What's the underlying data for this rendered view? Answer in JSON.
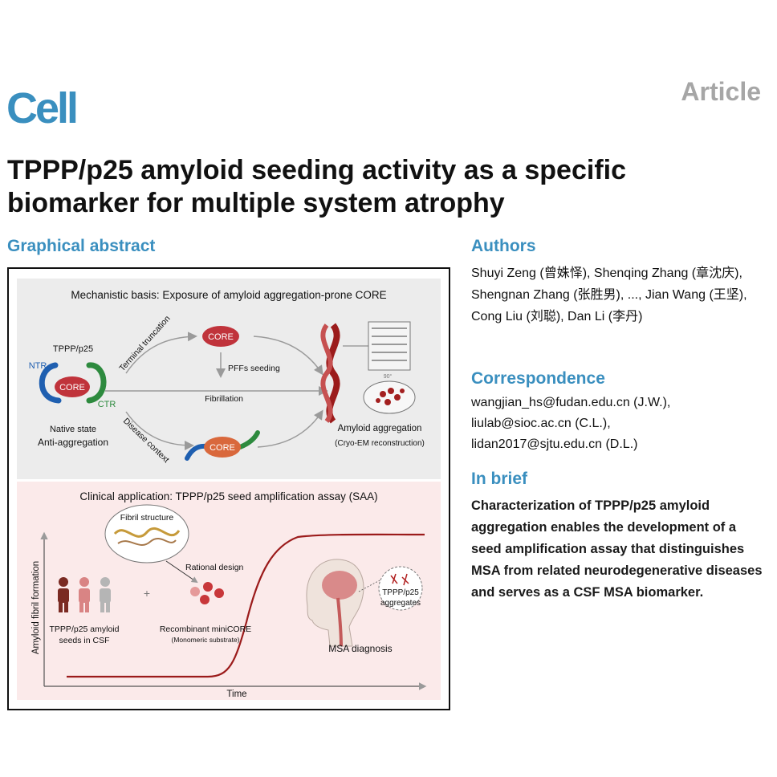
{
  "colors": {
    "accent": "#3a8fbf",
    "article_gray": "#a6a6a6",
    "core_red": "#c0333b",
    "core_orange": "#d9683c",
    "ntr_blue": "#1f5fb0",
    "ctr_green": "#2d8a3e",
    "curve_red": "#9b1b1b"
  },
  "header": {
    "journal": "Cell",
    "article_type": "Article",
    "title": "TPPP/p25 amyloid seeding activity as a specific biomarker for multiple system atrophy"
  },
  "graphical_abstract": {
    "heading": "Graphical abstract",
    "top_panel": {
      "title": "Mechanistic basis: Exposure of amyloid aggregation-prone CORE",
      "protein_label": "TPPP/p25",
      "ntr_label": "NTR",
      "ctr_label": "CTR",
      "core_label": "CORE",
      "native_state": "Native state",
      "anti_aggregation": "Anti-aggregation",
      "terminal_truncation": "Terminal truncation",
      "disease_context": "Disease context",
      "pffs_seeding": "PFFs seeding",
      "fibrillation": "Fibrillation",
      "rotation_label": "90°",
      "amyloid_aggregation": "Amyloid aggregation",
      "cryo_em": "(Cryo-EM reconstruction)"
    },
    "bottom_panel": {
      "title": "Clinical application: TPPP/p25 seed amplification assay (SAA)",
      "fibril_structure": "Fibril structure",
      "rational_design": "Rational design",
      "seeds_line1": "TPPP/p25 amyloid",
      "seeds_line2": "seeds in CSF",
      "plus": "+",
      "minicore_line1": "Recombinant miniCORE",
      "minicore_line2": "(Monomeric substrate)",
      "aggregates_line1": "TPPP/p25",
      "aggregates_line2": "aggregates",
      "msa_diagnosis": "MSA diagnosis",
      "y_axis": "Amyloid fibril formation",
      "x_axis": "Time"
    }
  },
  "authors": {
    "heading": "Authors",
    "text": "Shuyi Zeng (曾姝怿), Shenqing Zhang (章沈庆), Shengnan Zhang (张胜男), ..., Jian Wang (王坚), Cong Liu (刘聪), Dan Li (李丹)"
  },
  "correspondence": {
    "heading": "Correspondence",
    "lines": [
      "wangjian_hs@fudan.edu.cn (J.W.),",
      "liulab@sioc.ac.cn (C.L.),",
      "lidan2017@sjtu.edu.cn (D.L.)"
    ]
  },
  "in_brief": {
    "heading": "In brief",
    "text": "Characterization of TPPP/p25 amyloid aggregation enables the development of a seed amplification assay that distinguishes MSA from related neurodegenerative diseases and serves as a CSF MSA biomarker."
  }
}
